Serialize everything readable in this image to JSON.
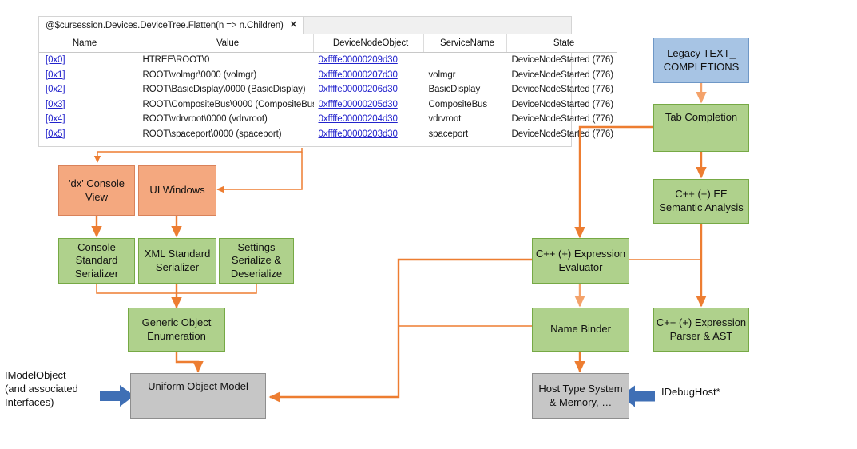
{
  "panel": {
    "tab": {
      "label": "@$cursession.Devices.DeviceTree.Flatten(n => n.Children)",
      "close": "✕"
    },
    "columns": [
      "Name",
      "Value",
      "DeviceNodeObject",
      "ServiceName",
      "State"
    ],
    "rows": [
      {
        "name": "[0x0]",
        "value": "HTREE\\ROOT\\0",
        "device_node_object": "0xffffe00000209d30",
        "service_name": "",
        "state": "DeviceNodeStarted (776)"
      },
      {
        "name": "[0x1]",
        "value": "ROOT\\volmgr\\0000 (volmgr)",
        "device_node_object": "0xffffe00000207d30",
        "service_name": "volmgr",
        "state": "DeviceNodeStarted (776)"
      },
      {
        "name": "[0x2]",
        "value": "ROOT\\BasicDisplay\\0000 (BasicDisplay)",
        "device_node_object": "0xffffe00000206d30",
        "service_name": "BasicDisplay",
        "state": "DeviceNodeStarted (776)"
      },
      {
        "name": "[0x3]",
        "value": "ROOT\\CompositeBus\\0000 (CompositeBus)",
        "device_node_object": "0xffffe00000205d30",
        "service_name": "CompositeBus",
        "state": "DeviceNodeStarted (776)"
      },
      {
        "name": "[0x4]",
        "value": "ROOT\\vdrvroot\\0000 (vdrvroot)",
        "device_node_object": "0xffffe00000204d30",
        "service_name": "vdrvroot",
        "state": "DeviceNodeStarted (776)"
      },
      {
        "name": "[0x5]",
        "value": "ROOT\\spaceport\\0000 (spaceport)",
        "device_node_object": "0xffffe00000203d30",
        "service_name": "spaceport",
        "state": "DeviceNodeStarted (776)"
      }
    ]
  },
  "diagram": {
    "boxes": {
      "dx_console_view": "'dx'\nConsole\nView",
      "ui_windows": "UI\nWindows",
      "console_standard_serializer": "Console\nStandard\nSerializer",
      "xml_standard_serializer": "XML\nStandard\nSerializer",
      "settings_serialize_deserialize": "Settings\nSerialize &\nDeserialize",
      "generic_object_enumeration": "Generic\nObject\nEnumeration",
      "uniform_object_model": "Uniform Object Model",
      "legacy_text_completions": "Legacy\nTEXT_\nCOMPLETIONS",
      "tab_completion": "Tab Completion",
      "cpp_ee_semantic_analysis": "C++ (+)\nEE Semantic\nAnalysis",
      "cpp_expression_evaluator": "C++ (+)\nExpression\nEvaluator",
      "cpp_expression_parser_ast": "C++ (+)\nExpression Parser\n& AST",
      "name_binder": "Name\nBinder",
      "host_type_system_memory": "Host\nType System &\nMemory, …"
    },
    "labels": {
      "imodelobject": "IModelObject\n(and associated\nInterfaces)",
      "idebughost": "IDebugHost*"
    },
    "colors": {
      "orange_fill": "#F4A87F",
      "orange_stroke": "#D9825A",
      "green_fill": "#AFD18C",
      "green_stroke": "#76A945",
      "blue_fill": "#A7C4E4",
      "blue_stroke": "#6E97C6",
      "gray_fill": "#C6C6C6",
      "gray_stroke": "#8E8E8E",
      "connector": "#ED7D31",
      "blue_arrow": "#3F6FB5"
    }
  }
}
